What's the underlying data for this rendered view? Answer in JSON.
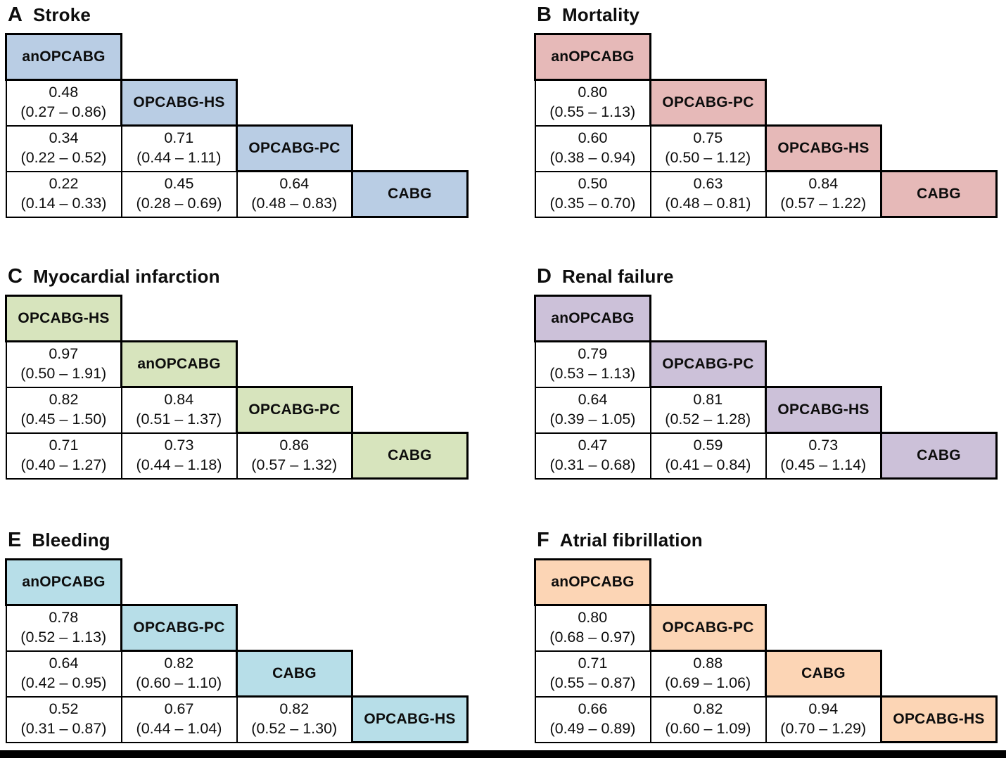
{
  "chart_data": [
    {
      "type": "table",
      "panel": "A",
      "title": "Stroke",
      "accent": "#b9cde4",
      "diagonal": [
        "anOPCABG",
        "OPCABG-HS",
        "OPCABG-PC",
        "CABG"
      ],
      "comparisons": [
        {
          "est": "0.48",
          "ci": "(0.27 – 0.86)"
        },
        {
          "est": "0.34",
          "ci": "(0.22 – 0.52)"
        },
        {
          "est": "0.71",
          "ci": "(0.44 – 1.11)"
        },
        {
          "est": "0.22",
          "ci": "(0.14 – 0.33)"
        },
        {
          "est": "0.45",
          "ci": "(0.28 – 0.69)"
        },
        {
          "est": "0.64",
          "ci": "(0.48 – 0.83)"
        }
      ]
    },
    {
      "type": "table",
      "panel": "B",
      "title": "Mortality",
      "accent": "#e6b9b8",
      "diagonal": [
        "anOPCABG",
        "OPCABG-PC",
        "OPCABG-HS",
        "CABG"
      ],
      "comparisons": [
        {
          "est": "0.80",
          "ci": "(0.55 – 1.13)"
        },
        {
          "est": "0.60",
          "ci": "(0.38 – 0.94)"
        },
        {
          "est": "0.75",
          "ci": "(0.50 – 1.12)"
        },
        {
          "est": "0.50",
          "ci": "(0.35 – 0.70)"
        },
        {
          "est": "0.63",
          "ci": "(0.48 – 0.81)"
        },
        {
          "est": "0.84",
          "ci": "(0.57 – 1.22)"
        }
      ]
    },
    {
      "type": "table",
      "panel": "C",
      "title": "Myocardial infarction",
      "accent": "#d7e4bd",
      "diagonal": [
        "OPCABG-HS",
        "anOPCABG",
        "OPCABG-PC",
        "CABG"
      ],
      "comparisons": [
        {
          "est": "0.97",
          "ci": "(0.50 – 1.91)"
        },
        {
          "est": "0.82",
          "ci": "(0.45 – 1.50)"
        },
        {
          "est": "0.84",
          "ci": "(0.51 – 1.37)"
        },
        {
          "est": "0.71",
          "ci": "(0.40 – 1.27)"
        },
        {
          "est": "0.73",
          "ci": "(0.44 – 1.18)"
        },
        {
          "est": "0.86",
          "ci": "(0.57 – 1.32)"
        }
      ]
    },
    {
      "type": "table",
      "panel": "D",
      "title": "Renal failure",
      "accent": "#ccc1d9",
      "diagonal": [
        "anOPCABG",
        "OPCABG-PC",
        "OPCABG-HS",
        "CABG"
      ],
      "comparisons": [
        {
          "est": "0.79",
          "ci": "(0.53 – 1.13)"
        },
        {
          "est": "0.64",
          "ci": "(0.39 – 1.05)"
        },
        {
          "est": "0.81",
          "ci": "(0.52 – 1.28)"
        },
        {
          "est": "0.47",
          "ci": "(0.31 – 0.68)"
        },
        {
          "est": "0.59",
          "ci": "(0.41 – 0.84)"
        },
        {
          "est": "0.73",
          "ci": "(0.45 – 1.14)"
        }
      ]
    },
    {
      "type": "table",
      "panel": "E",
      "title": "Bleeding",
      "accent": "#b7dee8",
      "diagonal": [
        "anOPCABG",
        "OPCABG-PC",
        "CABG",
        "OPCABG-HS"
      ],
      "comparisons": [
        {
          "est": "0.78",
          "ci": "(0.52 – 1.13)"
        },
        {
          "est": "0.64",
          "ci": "(0.42 – 0.95)"
        },
        {
          "est": "0.82",
          "ci": "(0.60 – 1.10)"
        },
        {
          "est": "0.52",
          "ci": "(0.31 – 0.87)"
        },
        {
          "est": "0.67",
          "ci": "(0.44 – 1.04)"
        },
        {
          "est": "0.82",
          "ci": "(0.52 – 1.30)"
        }
      ]
    },
    {
      "type": "table",
      "panel": "F",
      "title": "Atrial fibrillation",
      "accent": "#fcd5b5",
      "diagonal": [
        "anOPCABG",
        "OPCABG-PC",
        "CABG",
        "OPCABG-HS"
      ],
      "comparisons": [
        {
          "est": "0.80",
          "ci": "(0.68 – 0.97)"
        },
        {
          "est": "0.71",
          "ci": "(0.55 – 0.87)"
        },
        {
          "est": "0.88",
          "ci": "(0.69 – 1.06)"
        },
        {
          "est": "0.66",
          "ci": "(0.49 – 0.89)"
        },
        {
          "est": "0.82",
          "ci": "(0.60 – 1.09)"
        },
        {
          "est": "0.94",
          "ci": "(0.70 – 1.29)"
        }
      ]
    }
  ]
}
